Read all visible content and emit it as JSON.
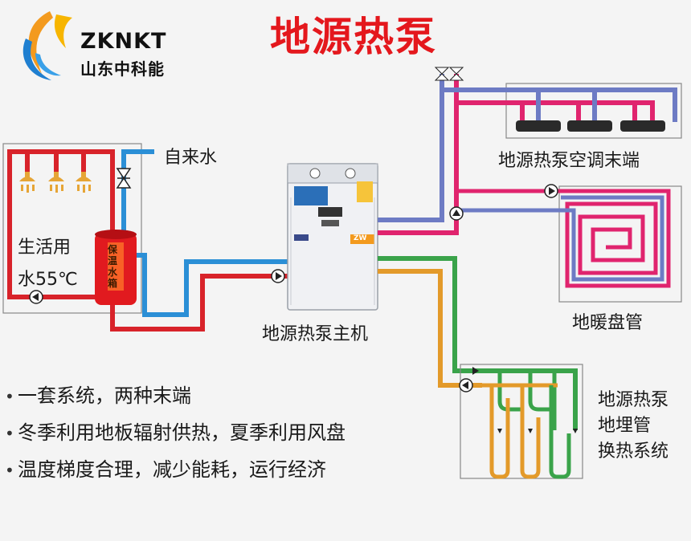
{
  "title": "地源热泵",
  "brand": {
    "name_en": "ZKNKT",
    "name_cn": "山东中科能"
  },
  "labels": {
    "tap_water": "自来水",
    "domestic_water_line1": "生活用",
    "domestic_water_line2": "水55℃",
    "tank_text": "保温水箱",
    "main_unit": "地源热泵主机",
    "ac_terminal": "地源热泵空调末端",
    "floor_heating": "地暖盘管",
    "ground_loop_line1": "地源热泵",
    "ground_loop_line2": "地埋管",
    "ground_loop_line3": "换热系统",
    "unit_badge": "ZW"
  },
  "bullets": [
    "一套系统，两种末端",
    "冬季利用地板辐射供热，夏季利用风盘",
    "温度梯度合理，减少能耗，运行经济"
  ],
  "colors": {
    "title": "#e4181d",
    "hot_pipe": "#d8232a",
    "cold_pipe": "#2b8fd6",
    "supply_pipe": "#e0246e",
    "return_pipe": "#6d7bc4",
    "ground_green": "#3aa34a",
    "ground_orange": "#e39a2a",
    "logo_orange": "#f39a1e",
    "logo_blue": "#1f7fd0"
  }
}
